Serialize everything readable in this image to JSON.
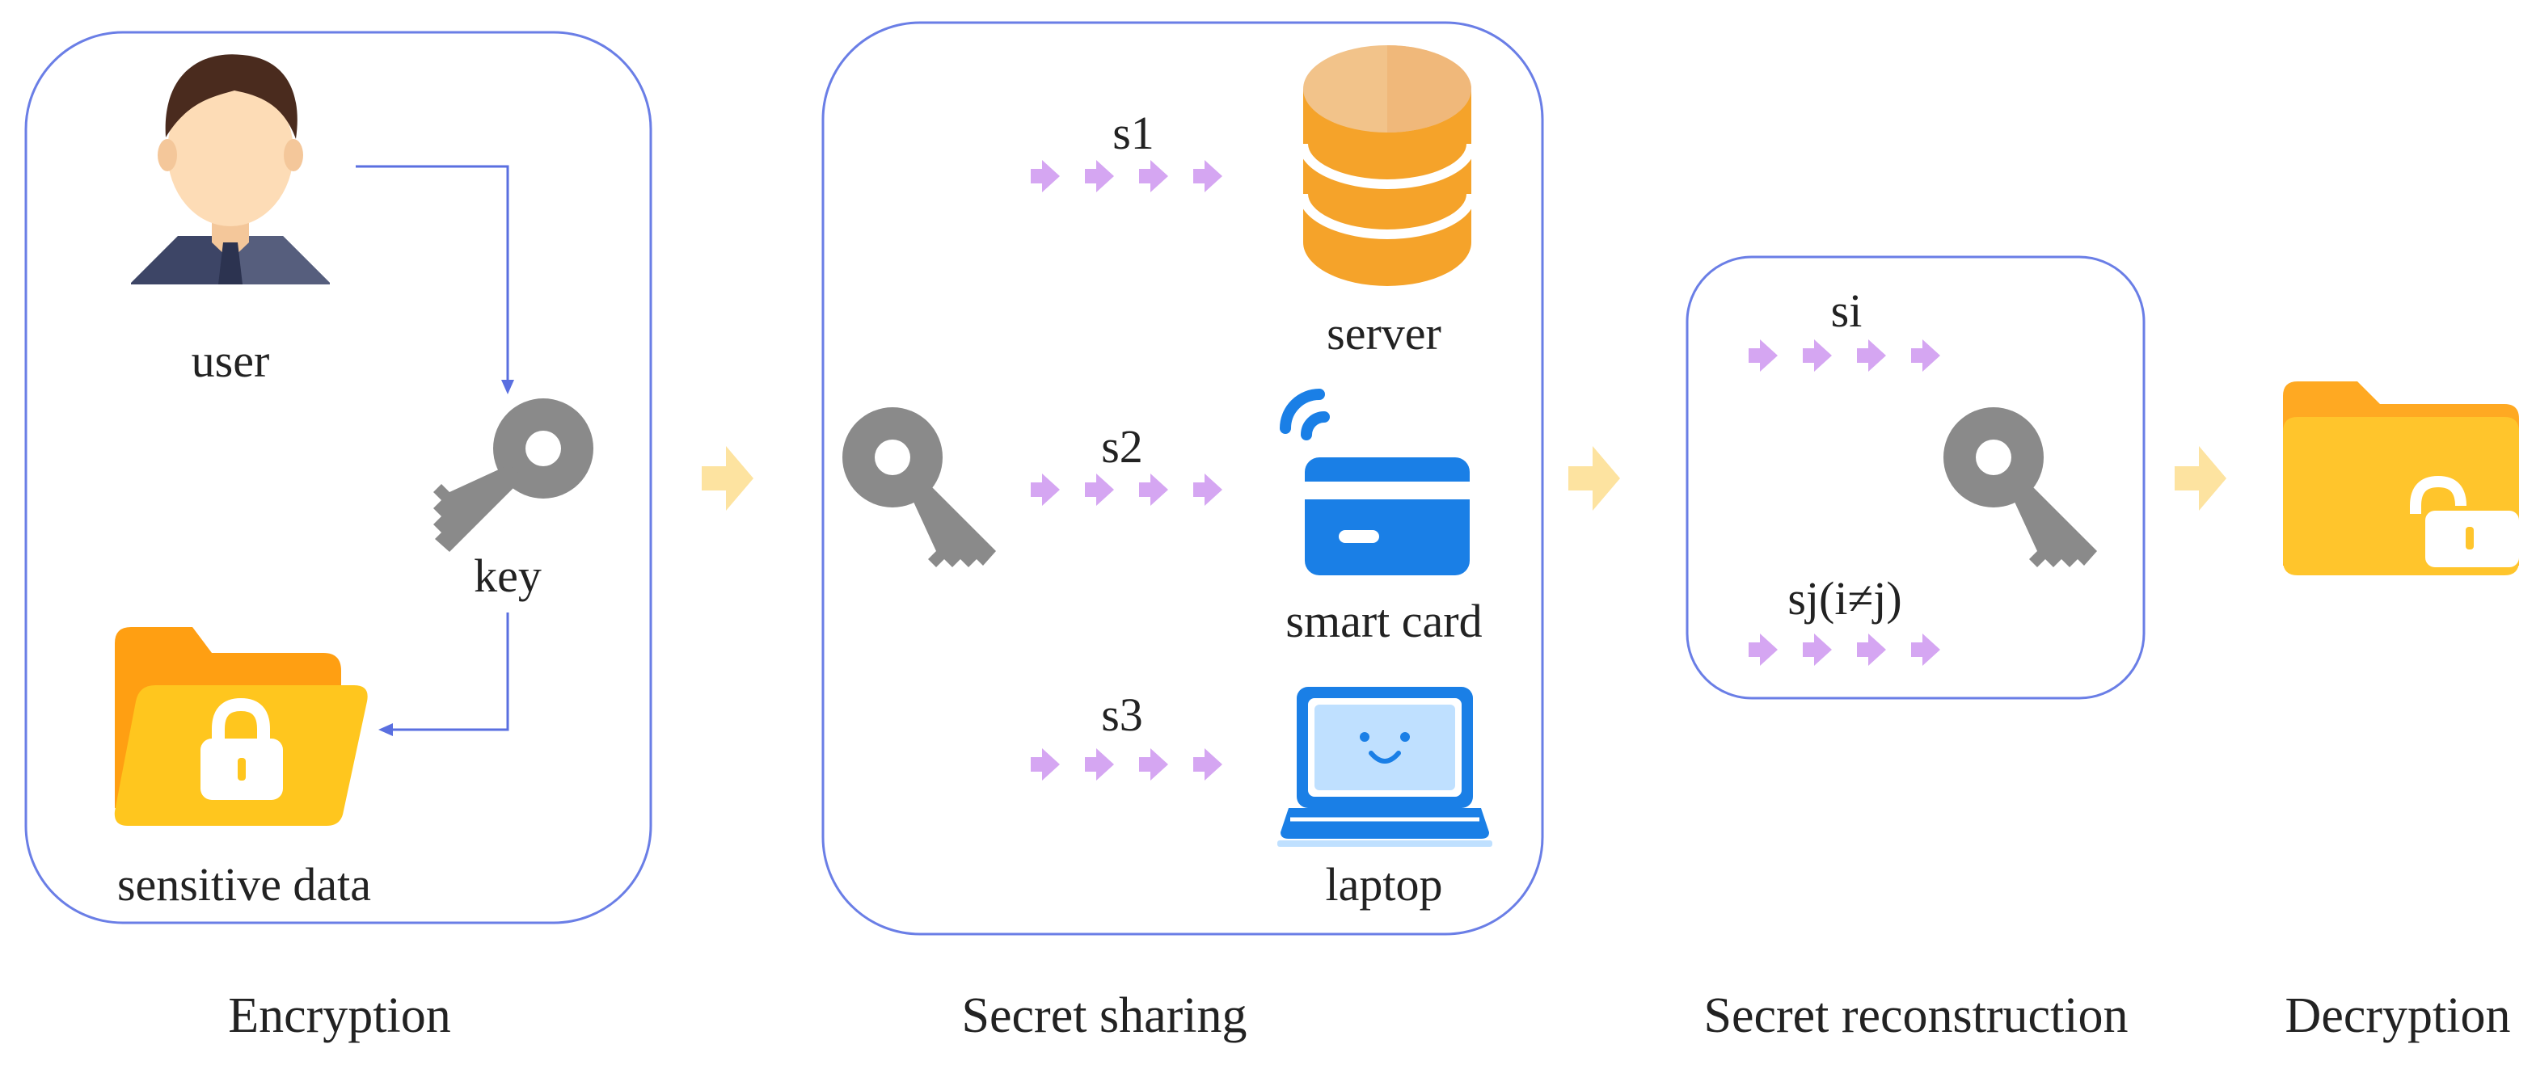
{
  "stages": {
    "encryption": "Encryption",
    "secret_sharing": "Secret sharing",
    "secret_reconstruction": "Secret reconstruction",
    "decryption": "Decryption"
  },
  "encryption_panel": {
    "user_label": "user",
    "key_label": "key",
    "data_label": "sensitive data"
  },
  "sharing_panel": {
    "shares": [
      {
        "label": "s1",
        "target": "server"
      },
      {
        "label": "s2",
        "target": "smart card"
      },
      {
        "label": "s3",
        "target": "laptop"
      }
    ]
  },
  "reconstruction_panel": {
    "share_a": "si",
    "share_b": "sj(i≠j)"
  },
  "colors": {
    "panel_border": "#6a7ee6",
    "small_arrow": "#d5a6f2",
    "big_arrow": "#fde3a0",
    "key": "#8a8a8a",
    "folder": "#ffc524",
    "database": "#f5a32a",
    "card": "#1a7fe6",
    "laptop": "#1a7fe6"
  },
  "icons": [
    "user-icon",
    "key-icon",
    "locked-folder-icon",
    "server-database-icon",
    "smart-card-icon",
    "laptop-icon",
    "unlocked-folder-icon"
  ]
}
